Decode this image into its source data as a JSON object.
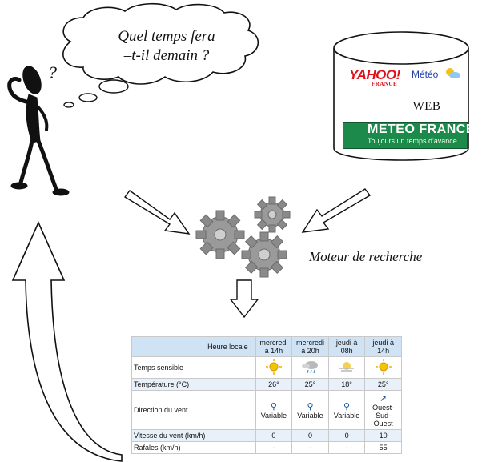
{
  "thought_bubble": {
    "line1": "Quel temps fera",
    "line2": "–t-il demain ?",
    "question_mark": "?"
  },
  "web_sources": {
    "yahoo_logo": "YAHOO!",
    "yahoo_sub": "FRANCE",
    "yahoo_meteo": "Météo",
    "web_label": "WEB",
    "meteo_france": "METEO FRANCE",
    "meteo_france_tagline": "Toujours un temps d'avance"
  },
  "engine": {
    "label": "Moteur de recherche"
  },
  "forecast_table": {
    "header_label": "Heure locale :",
    "columns": [
      "mercredi à 14h",
      "mercredi à 20h",
      "jeudi à 08h",
      "jeudi à 14h"
    ],
    "rows": [
      {
        "label": "Temps sensible",
        "values": [
          "sun-icon",
          "rain-cloud-icon",
          "sun-haze-icon",
          "sun-icon"
        ]
      },
      {
        "label": "Température (°C)",
        "values": [
          "26°",
          "25°",
          "18°",
          "25°"
        ]
      },
      {
        "label": "Direction du vent",
        "values": [
          "Variable",
          "Variable",
          "Variable",
          "Ouest-Sud-Ouest"
        ]
      },
      {
        "label": "Vitesse du vent (km/h)",
        "values": [
          "0",
          "0",
          "0",
          "10"
        ]
      },
      {
        "label": "Rafales (km/h)",
        "values": [
          "-",
          "-",
          "-",
          "55"
        ]
      }
    ]
  },
  "colors": {
    "arrow_fill": "#ffffff",
    "gear": "#9a9a9a",
    "table_header": "#cfe3f4",
    "meteo_france_green": "#1b8a4a",
    "yahoo_red": "#e0101a"
  }
}
